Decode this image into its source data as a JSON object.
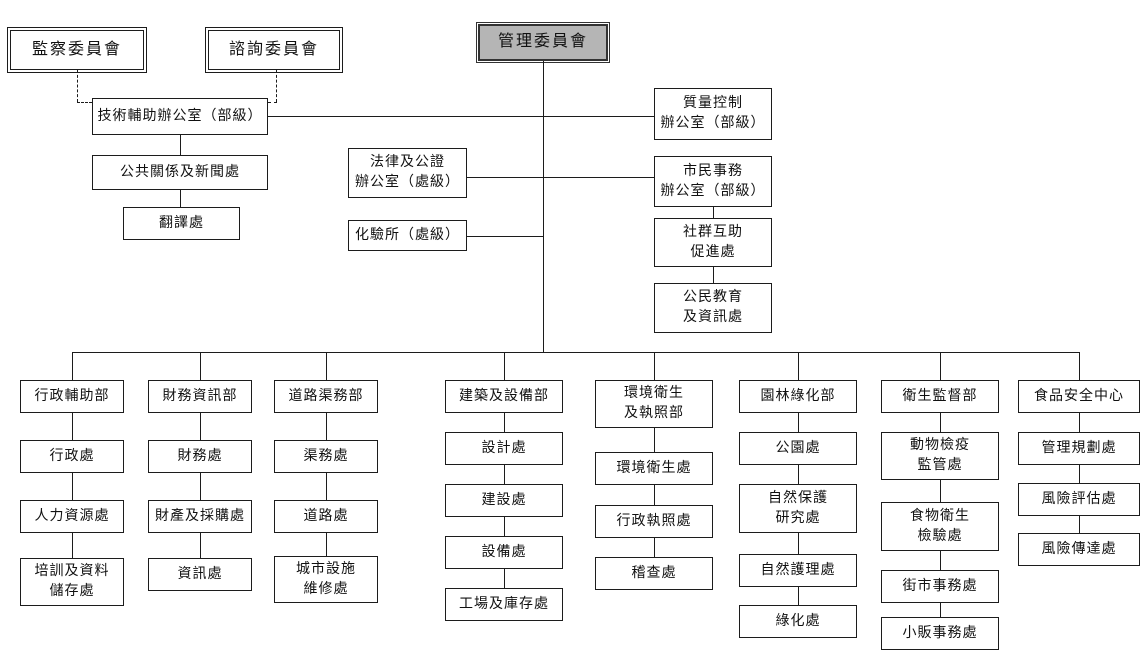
{
  "chart": {
    "root": {
      "label": "管理委員會"
    },
    "committees": [
      {
        "label": "監察委員會"
      },
      {
        "label": "諮詢委員會"
      }
    ],
    "offices": {
      "tech_support": "技術輔助辦公室（部級）",
      "quality_control": "質量控制\n辦公室（部級）",
      "public_relations": "公共關係及新聞處",
      "legal_notary": "法律及公證\n辦公室（處級）",
      "civic_affairs": "市民事務\n辦公室（部級）",
      "translation": "翻譯處",
      "laboratory": "化驗所（處級）",
      "community_aid": "社群互助\n促進處",
      "civic_education": "公民教育\n及資訊處"
    },
    "departments": [
      {
        "name": "行政輔助部",
        "units": [
          "行政處",
          "人力資源處",
          "培訓及資料\n儲存處"
        ]
      },
      {
        "name": "財務資訊部",
        "units": [
          "財務處",
          "財產及採購處",
          "資訊處"
        ]
      },
      {
        "name": "道路渠務部",
        "units": [
          "渠務處",
          "道路處",
          "城市設施\n維修處"
        ]
      },
      {
        "name": "建築及設備部",
        "units": [
          "設計處",
          "建設處",
          "設備處",
          "工場及庫存處"
        ]
      },
      {
        "name": "環境衛生\n及執照部",
        "units": [
          "環境衛生處",
          "行政執照處",
          "稽查處"
        ]
      },
      {
        "name": "園林綠化部",
        "units": [
          "公園處",
          "自然保護\n研究處",
          "自然護理處",
          "綠化處"
        ]
      },
      {
        "name": "衛生監督部",
        "units": [
          "動物檢疫\n監管處",
          "食物衛生\n檢驗處",
          "街市事務處",
          "小販事務處"
        ]
      },
      {
        "name": "食品安全中心",
        "units": [
          "管理規劃處",
          "風險評估處",
          "風險傳達處"
        ]
      }
    ]
  }
}
